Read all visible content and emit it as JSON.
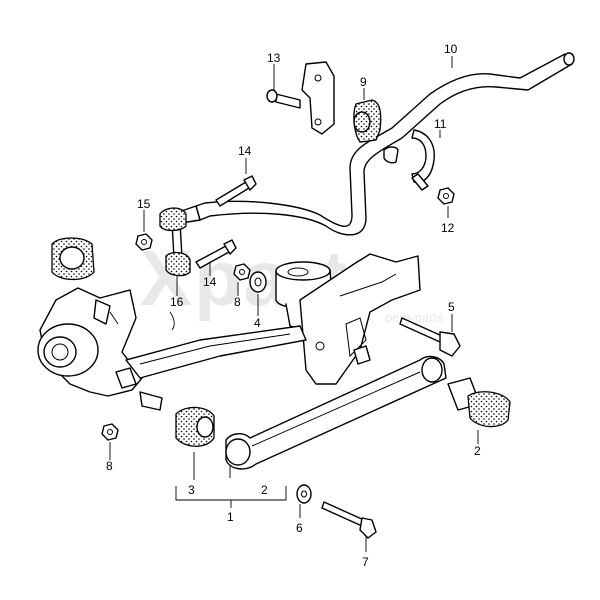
{
  "watermark": {
    "brand": "Xparts",
    "sub": "oem-parts"
  },
  "callouts": {
    "c1": "1",
    "c2a": "2",
    "c2b": "2",
    "c3": "3",
    "c4": "4",
    "c5": "5",
    "c6": "6",
    "c7": "7",
    "c8a": "8",
    "c8b": "8",
    "c9": "9",
    "c10": "10",
    "c11": "11",
    "c12": "12",
    "c13": "13",
    "c14a": "14",
    "c14b": "14",
    "c15": "15",
    "c16": "16"
  }
}
